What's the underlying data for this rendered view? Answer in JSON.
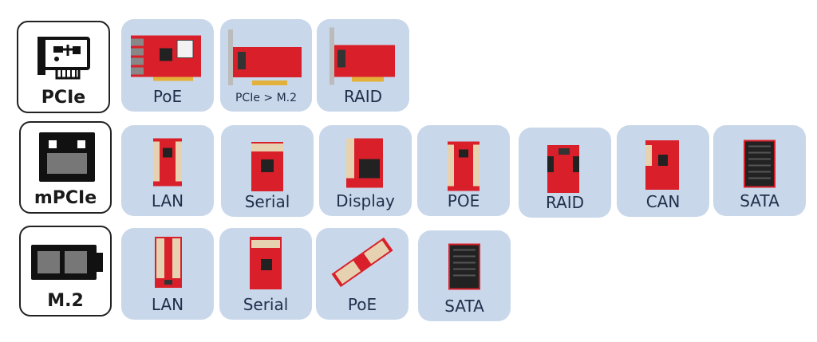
{
  "rows": [
    {
      "category": {
        "label": "PCIe",
        "icon": "pcie-card-icon"
      },
      "tiles": [
        {
          "label": "PoE",
          "image": "pcie-poe-card-image"
        },
        {
          "label": "PCIe > M.2",
          "image": "pcie-to-m2-card-image"
        },
        {
          "label": "RAID",
          "image": "pcie-raid-card-image"
        }
      ]
    },
    {
      "category": {
        "label": "mPCIe",
        "icon": "mpcie-module-icon"
      },
      "tiles": [
        {
          "label": "LAN",
          "image": "mpcie-lan-module-image"
        },
        {
          "label": "Serial",
          "image": "mpcie-serial-module-image"
        },
        {
          "label": "Display",
          "image": "mpcie-display-module-image"
        },
        {
          "label": "POE",
          "image": "mpcie-poe-module-image"
        },
        {
          "label": "RAID",
          "image": "mpcie-raid-module-image"
        },
        {
          "label": "CAN",
          "image": "mpcie-can-module-image"
        },
        {
          "label": "SATA",
          "image": "mpcie-sata-module-image"
        }
      ]
    },
    {
      "category": {
        "label": "M.2",
        "icon": "m2-module-icon"
      },
      "tiles": [
        {
          "label": "LAN",
          "image": "m2-lan-module-image"
        },
        {
          "label": "Serial",
          "image": "m2-serial-module-image"
        },
        {
          "label": "PoE",
          "image": "m2-poe-module-image"
        },
        {
          "label": "SATA",
          "image": "m2-sata-module-image"
        }
      ]
    }
  ],
  "colors": {
    "tile_bg": "#c9d7ea",
    "board_red": "#d9202a",
    "label_text": "#1f2f4a"
  }
}
